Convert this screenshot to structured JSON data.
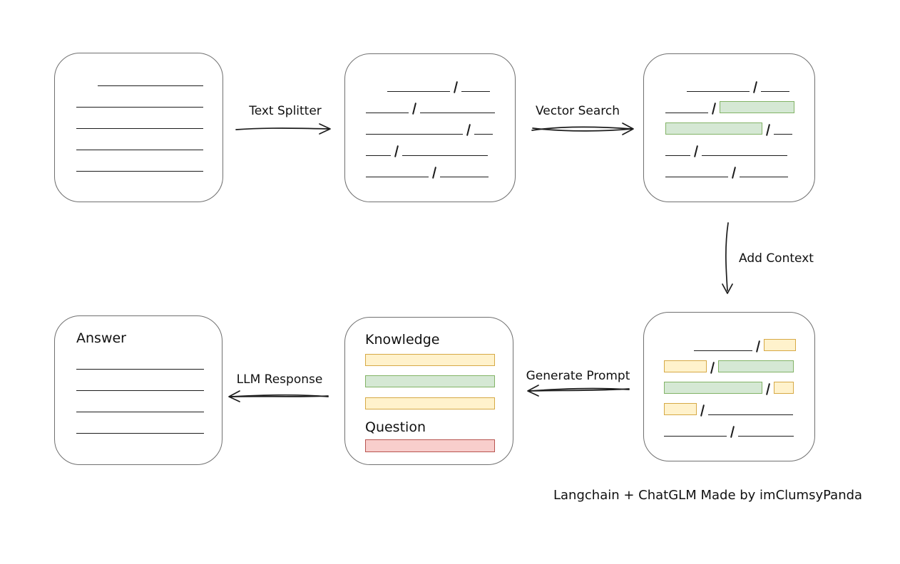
{
  "footer": {
    "credit": "Langchain + ChatGLM Made by imClumsyPanda"
  },
  "arrows": {
    "text_splitter": {
      "label": "Text Splitter",
      "direction": "right"
    },
    "vector_search": {
      "label": "Vector Search",
      "direction": "right"
    },
    "add_context": {
      "label": "Add Context",
      "direction": "down"
    },
    "generate_prompt": {
      "label": "Generate Prompt",
      "direction": "left"
    },
    "llm_response": {
      "label": "LLM Response",
      "direction": "left"
    }
  },
  "colors": {
    "stroke": "#1c1c1c",
    "box_border": "#707070",
    "green_fill": "#d5e8d4",
    "green_border": "#82b366",
    "yellow_fill": "#fff2cc",
    "yellow_border": "#d6a945",
    "red_fill": "#f8cecc",
    "red_border": "#b85450"
  },
  "boxes": {
    "source_document": {
      "description": "plain document with text lines",
      "rows": [
        {
          "h": 46,
          "segs": [
            [
              "gap",
              30
            ],
            [
              "line",
              148
            ]
          ]
        },
        {
          "h": 30,
          "segs": [
            [
              "line",
              178
            ]
          ]
        },
        {
          "h": 30,
          "segs": [
            [
              "line",
              178
            ]
          ]
        },
        {
          "h": 30,
          "segs": [
            [
              "line",
              178
            ]
          ]
        },
        {
          "h": 30,
          "segs": [
            [
              "line",
              178
            ]
          ]
        }
      ]
    },
    "split_chunks": {
      "description": "document split into chunks by slashes",
      "rows": [
        {
          "h": 53,
          "segs": [
            [
              "gap",
              30
            ],
            [
              "line",
              88
            ],
            [
              "slash"
            ],
            [
              "line",
              40
            ]
          ]
        },
        {
          "h": 30,
          "segs": [
            [
              "line",
              60
            ],
            [
              "slash"
            ],
            [
              "line",
              105
            ]
          ]
        },
        {
          "h": 30,
          "segs": [
            [
              "line",
              136
            ],
            [
              "slash"
            ],
            [
              "line",
              26
            ]
          ]
        },
        {
          "h": 30,
          "segs": [
            [
              "line",
              35
            ],
            [
              "slash"
            ],
            [
              "line",
              120
            ]
          ]
        },
        {
          "h": 30,
          "segs": [
            [
              "line",
              88
            ],
            [
              "slash"
            ],
            [
              "line",
              68
            ]
          ]
        }
      ]
    },
    "vector_matches": {
      "description": "chunks with vector-search matches highlighted green",
      "rows": [
        {
          "h": 53,
          "segs": [
            [
              "gap",
              30
            ],
            [
              "line",
              88
            ],
            [
              "slash"
            ],
            [
              "line",
              40
            ]
          ]
        },
        {
          "h": 30,
          "segs": [
            [
              "line",
              60
            ],
            [
              "slash"
            ],
            [
              "green",
              105
            ]
          ]
        },
        {
          "h": 30,
          "segs": [
            [
              "green",
              136
            ],
            [
              "slash"
            ],
            [
              "line",
              26
            ]
          ]
        },
        {
          "h": 30,
          "segs": [
            [
              "line",
              35
            ],
            [
              "slash"
            ],
            [
              "line",
              120
            ]
          ]
        },
        {
          "h": 30,
          "segs": [
            [
              "line",
              88
            ],
            [
              "slash"
            ],
            [
              "line",
              68
            ]
          ]
        }
      ]
    },
    "context_chunks": {
      "description": "matches (green) with added context (yellow)",
      "rows": [
        {
          "h": 54,
          "segs": [
            [
              "gap",
              42
            ],
            [
              "line",
              82
            ],
            [
              "slash"
            ],
            [
              "yellow",
              45
            ]
          ]
        },
        {
          "h": 30,
          "segs": [
            [
              "yellow",
              60
            ],
            [
              "slash"
            ],
            [
              "green",
              106
            ]
          ]
        },
        {
          "h": 30,
          "segs": [
            [
              "green",
              138
            ],
            [
              "slash"
            ],
            [
              "yellow",
              28
            ]
          ]
        },
        {
          "h": 30,
          "segs": [
            [
              "yellow",
              46
            ],
            [
              "slash"
            ],
            [
              "line",
              119
            ]
          ]
        },
        {
          "h": 30,
          "segs": [
            [
              "line",
              88
            ],
            [
              "slash"
            ],
            [
              "line",
              78
            ]
          ]
        }
      ]
    },
    "prompt": {
      "description": "generated prompt with knowledge bars and question bar",
      "rows": [
        {
          "h": 24,
          "mt": 20,
          "label": "Knowledge"
        },
        {
          "h": 17,
          "mt": 7,
          "segs": [
            [
              "yellow",
              182,
              17
            ]
          ]
        },
        {
          "h": 17,
          "mt": 13,
          "segs": [
            [
              "green",
              182,
              17
            ]
          ]
        },
        {
          "h": 17,
          "mt": 14,
          "segs": [
            [
              "yellow",
              182,
              17
            ]
          ]
        },
        {
          "h": 24,
          "mt": 14,
          "label": "Question"
        },
        {
          "h": 18,
          "mt": 4,
          "segs": [
            [
              "red",
              182,
              18
            ]
          ]
        }
      ]
    },
    "answer": {
      "description": "LLM answer document",
      "rows": [
        {
          "h": 24,
          "mt": 20,
          "label": "Answer"
        },
        {
          "h": 31,
          "segs": [
            [
              "line",
              179
            ]
          ]
        },
        {
          "h": 30,
          "segs": [
            [
              "line",
              179
            ]
          ]
        },
        {
          "h": 30,
          "segs": [
            [
              "line",
              179
            ]
          ]
        },
        {
          "h": 30,
          "segs": [
            [
              "line",
              179
            ]
          ]
        }
      ]
    }
  }
}
